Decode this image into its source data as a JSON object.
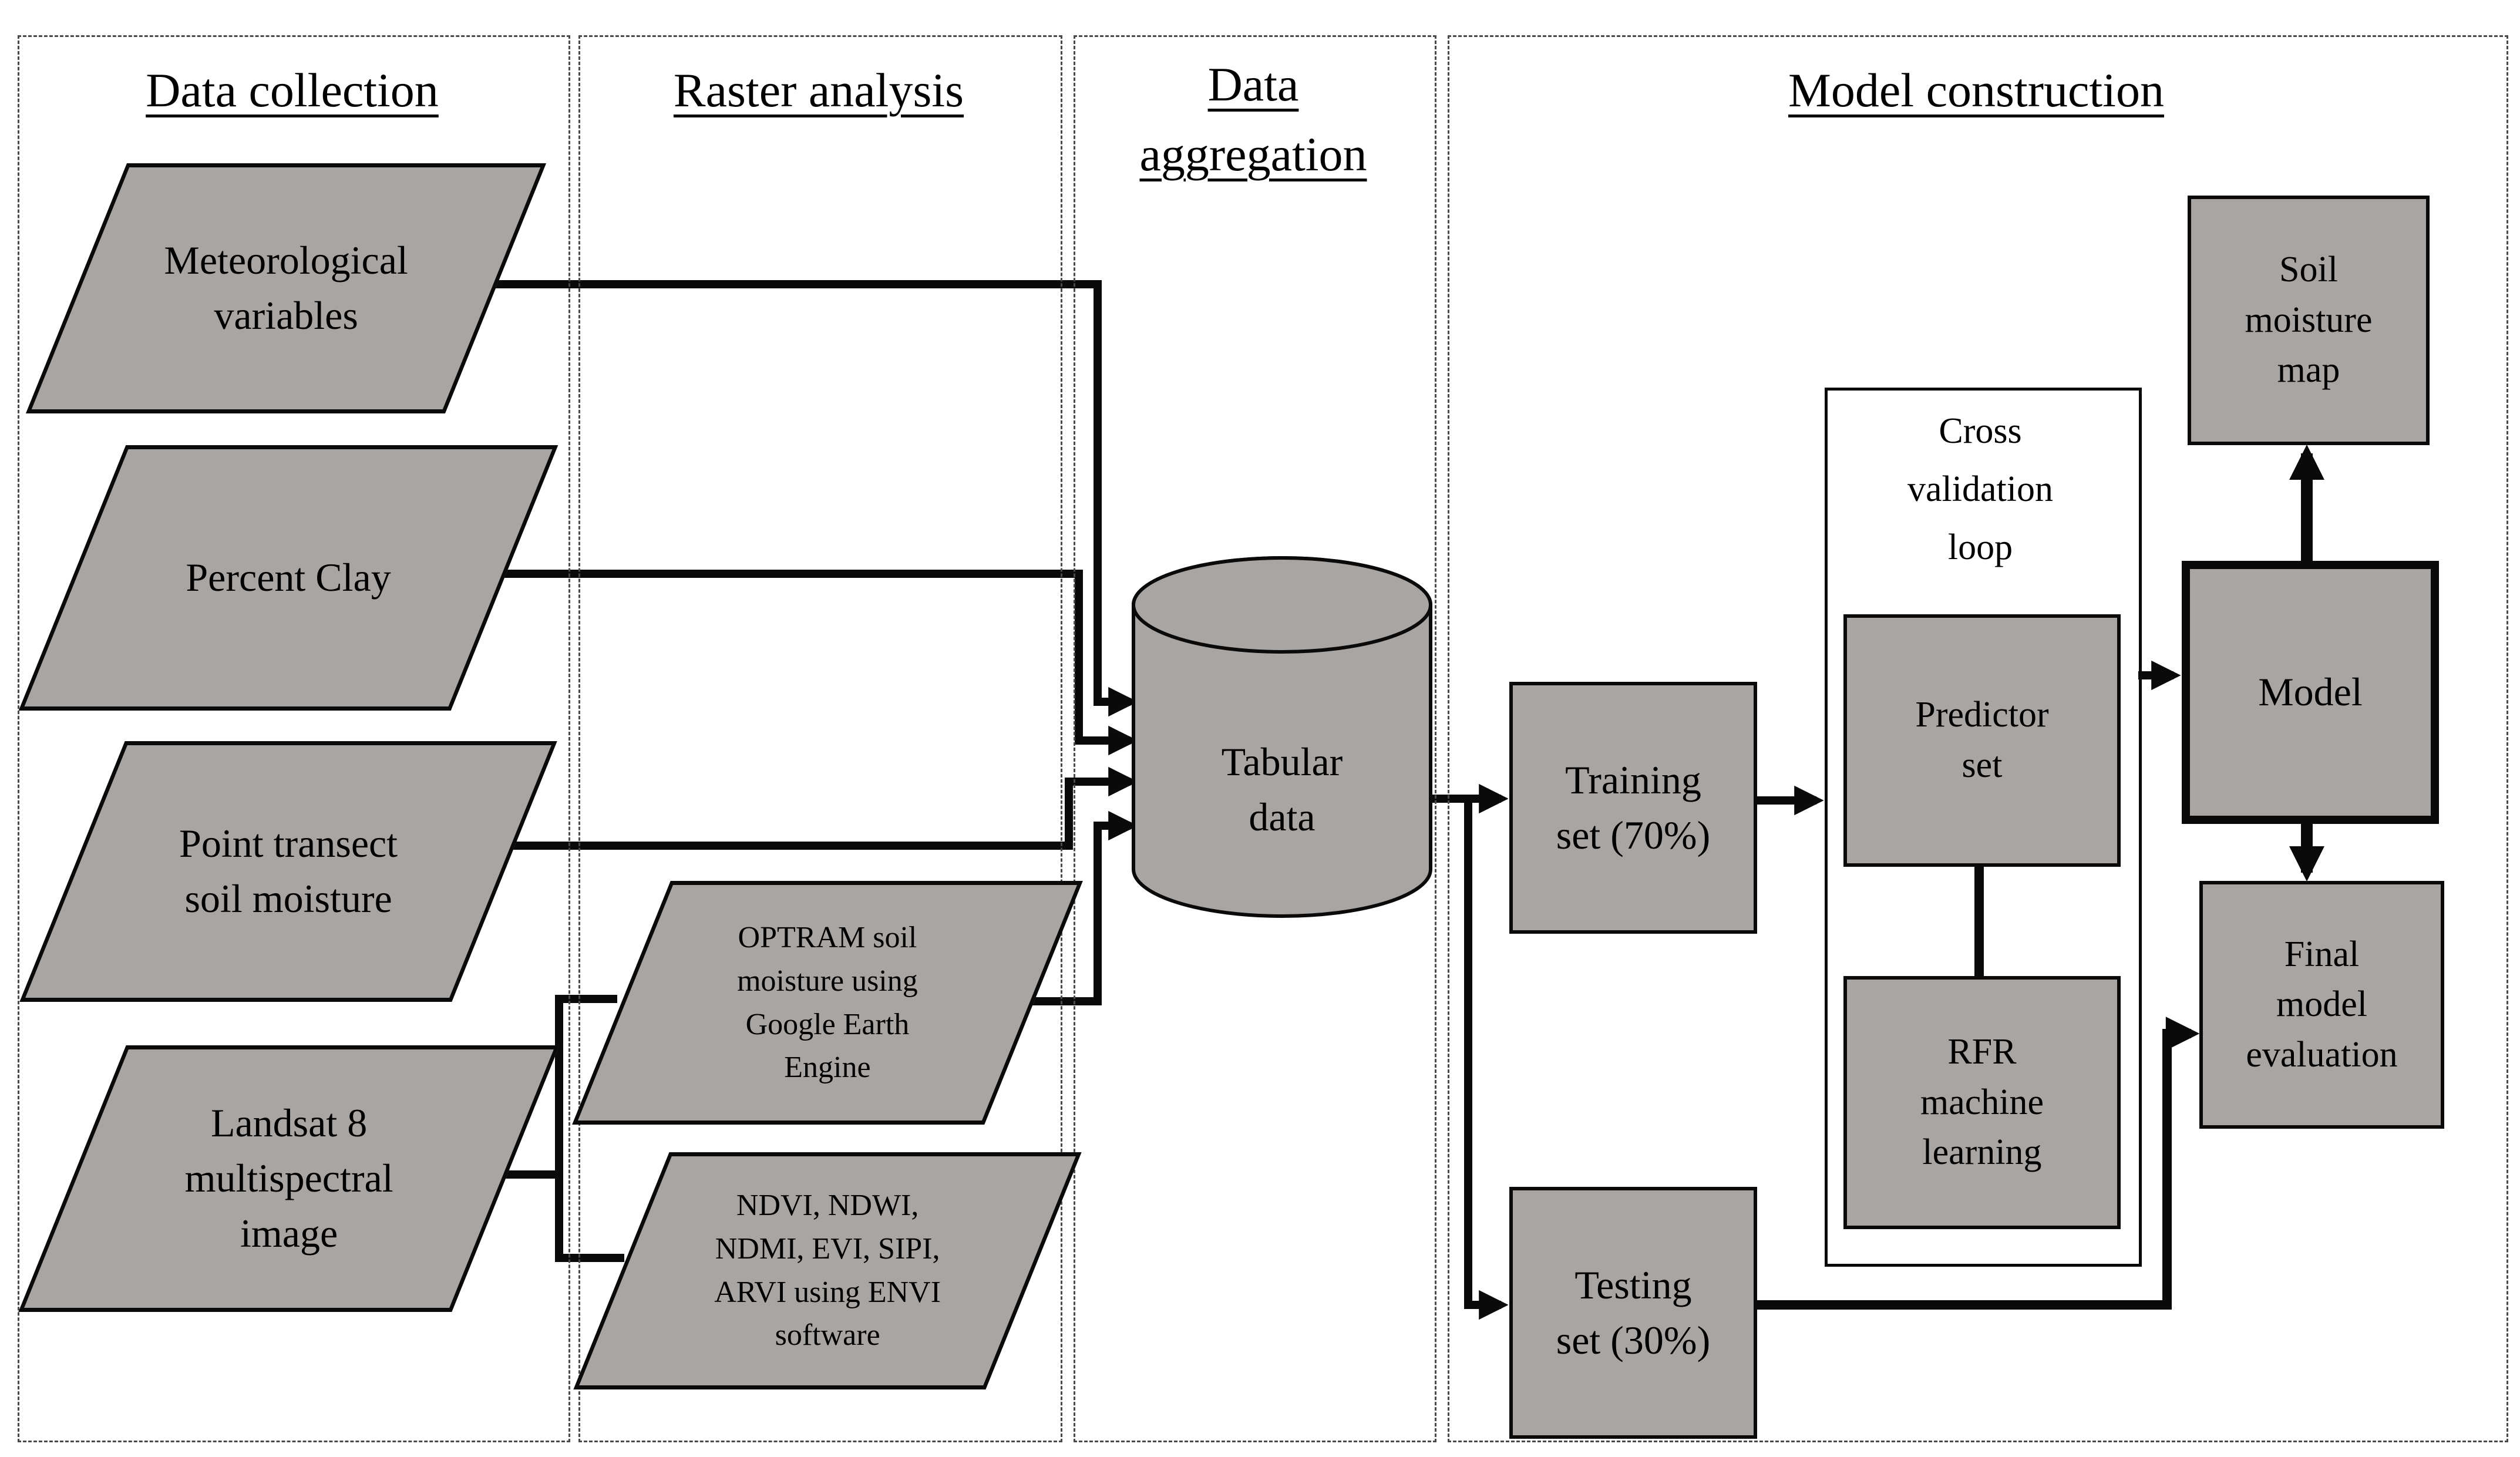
{
  "sections": {
    "data_collection": {
      "title": "Data collection"
    },
    "raster_analysis": {
      "title": "Raster analysis"
    },
    "data_aggregation": {
      "title": "Data\naggregation"
    },
    "model_construction": {
      "title": "Model construction"
    }
  },
  "nodes": {
    "meteorological": {
      "label": "Meteorological\nvariables",
      "shape": "parallelogram"
    },
    "percent_clay": {
      "label": "Percent Clay",
      "shape": "parallelogram"
    },
    "point_transect": {
      "label": "Point transect\nsoil moisture",
      "shape": "parallelogram"
    },
    "landsat": {
      "label": "Landsat 8\nmultispectral\nimage",
      "shape": "parallelogram"
    },
    "optram": {
      "label": "OPTRAM soil\nmoisture using\nGoogle Earth\nEngine",
      "shape": "parallelogram"
    },
    "spectral_indices": {
      "label": "NDVI, NDWI,\nNDMI, EVI, SIPI,\nARVI using ENVI\nsoftware",
      "shape": "parallelogram"
    },
    "tabular_data": {
      "label": "Tabular\ndata",
      "shape": "cylinder"
    },
    "training_set": {
      "label": "Training\nset (70%)",
      "shape": "rectangle"
    },
    "testing_set": {
      "label": "Testing\nset (30%)",
      "shape": "rectangle"
    },
    "cross_validation": {
      "label": "Cross\nvalidation\nloop",
      "shape": "container"
    },
    "predictor_set": {
      "label": "Predictor\nset",
      "shape": "rectangle"
    },
    "rfr": {
      "label": "RFR\nmachine\nlearning",
      "shape": "rectangle"
    },
    "model": {
      "label": "Model",
      "shape": "rectangle"
    },
    "soil_moisture_map": {
      "label": "Soil\nmoisture\nmap",
      "shape": "rectangle"
    },
    "final_evaluation": {
      "label": "Final\nmodel\nevaluation",
      "shape": "rectangle"
    }
  },
  "colors": {
    "shape_fill": "#a8a5a3",
    "outline": "#0a0a0a",
    "dashed_border": "#4a4a4a",
    "background": "#ffffff"
  }
}
